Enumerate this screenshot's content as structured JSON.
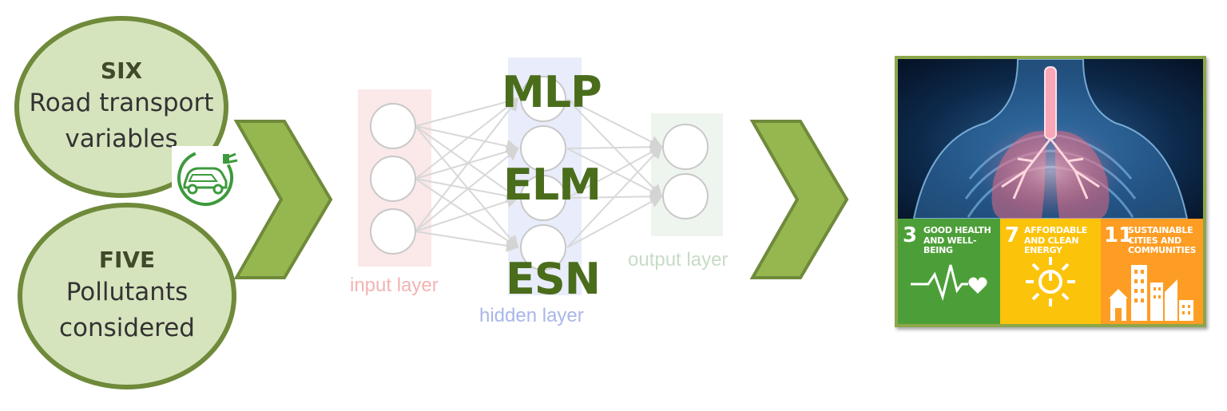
{
  "inputs": {
    "top": {
      "count": "SIX",
      "line1": "Road transport",
      "line2": "variables"
    },
    "bottom": {
      "count": "FIVE",
      "line1": "Pollutants",
      "line2": "considered"
    }
  },
  "network": {
    "models": [
      "MLP",
      "ELM",
      "ESN"
    ],
    "input_label": "input layer",
    "hidden_label": "hidden layer",
    "output_label": "output layer"
  },
  "sdg": [
    {
      "number": "3",
      "title": "GOOD HEALTH AND WELL-BEING",
      "color": "#4c9f38",
      "icon": "heartbeat-icon"
    },
    {
      "number": "7",
      "title": "AFFORDABLE AND CLEAN ENERGY",
      "color": "#fcc30b",
      "icon": "sun-power-icon"
    },
    {
      "number": "11",
      "title": "SUSTAINABLE CITIES AND COMMUNITIES",
      "color": "#fd9d24",
      "icon": "city-buildings-icon"
    }
  ],
  "colors": {
    "circle_fill": "#d6e4bd",
    "circle_border": "#6f8a3a",
    "arrow_fill": "#96b750",
    "model_text": "#4a6d1c",
    "input_layer": "#f6c4c4",
    "hidden_layer": "#c2cbf0",
    "output_layer": "#cfe3cf"
  }
}
